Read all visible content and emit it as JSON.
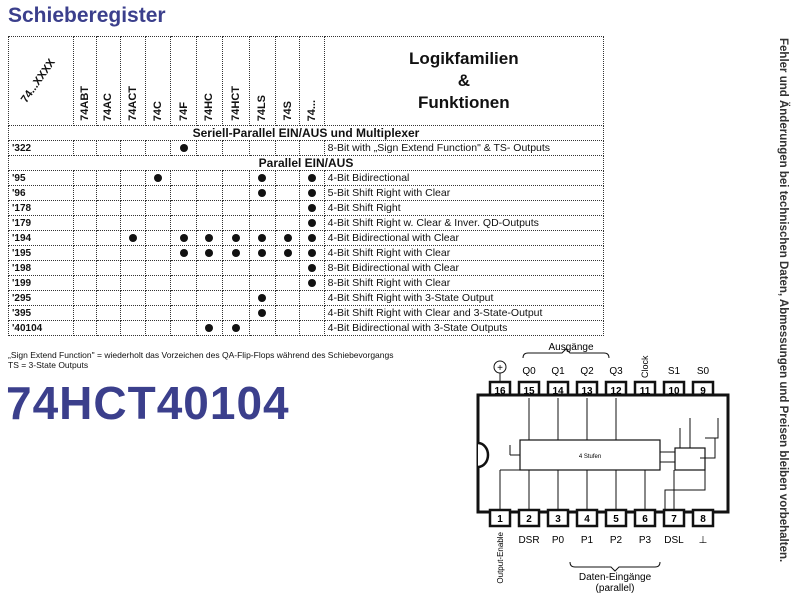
{
  "page": {
    "title": "Schieberegister",
    "side_note": "Fehler und Änderungen bei technischen Daten, Abmessungen und Preisen bleiben vorbehalten.",
    "part_number": "74HCT40104",
    "footnotes": [
      "„Sign Extend Function\" = wiederholt das Vorzeichen des QA-Flip-Flops während des Schiebevorgangs",
      "TS = 3-State Outputs"
    ]
  },
  "table": {
    "type_header": "74...XXXX",
    "families": [
      "74ABT",
      "74AC",
      "74ACT",
      "74C",
      "74F",
      "74HC",
      "74HCT",
      "74LS",
      "74S",
      "74..."
    ],
    "function_header": [
      "Logikfamilien",
      "&",
      "Funktionen"
    ],
    "sections": [
      {
        "title": "Seriell-Parallel EIN/AUS und Multiplexer",
        "rows": [
          {
            "type": "'322",
            "dots": [
              4
            ],
            "desc": "8-Bit with „Sign Extend Function\" & TS- Outputs"
          }
        ]
      },
      {
        "title": "Parallel EIN/AUS",
        "rows": [
          {
            "type": "'95",
            "dots": [
              3,
              7,
              9
            ],
            "desc": "4-Bit Bidirectional"
          },
          {
            "type": "'96",
            "dots": [
              7,
              9
            ],
            "desc": "5-Bit Shift Right with Clear"
          },
          {
            "type": "'178",
            "dots": [
              9
            ],
            "desc": "4-Bit Shift Right"
          },
          {
            "type": "'179",
            "dots": [
              9
            ],
            "desc": "4-Bit Shift Right w. Clear & Inver. QD-Outputs"
          },
          {
            "type": "'194",
            "dots": [
              2,
              4,
              5,
              6,
              7,
              8,
              9
            ],
            "desc": "4-Bit Bidirectional with Clear"
          },
          {
            "type": "'195",
            "dots": [
              4,
              5,
              6,
              7,
              8,
              9
            ],
            "desc": "4-Bit Shift Right with Clear"
          },
          {
            "type": "'198",
            "dots": [
              9
            ],
            "desc": "8-Bit Bidirectional with Clear"
          },
          {
            "type": "'199",
            "dots": [
              9
            ],
            "desc": "8-Bit Shift Right with Clear"
          },
          {
            "type": "'295",
            "dots": [
              7
            ],
            "desc": "4-Bit Shift Right with 3-State Output"
          },
          {
            "type": "'395",
            "dots": [
              7
            ],
            "desc": "4-Bit Shift Right with Clear and 3-State-Output"
          },
          {
            "type": "'40104",
            "dots": [
              5,
              6
            ],
            "desc": "4-Bit Bidirectional with 3-State Outputs"
          }
        ]
      }
    ]
  },
  "diagram": {
    "group_top": "Ausgänge",
    "group_bottom": [
      "Daten-Eingänge",
      "(parallel)"
    ],
    "core_label": "4 Stufen",
    "power_symbol": "+",
    "ground_symbol": "⊥",
    "top_pins": [
      {
        "num": "16",
        "label": "+"
      },
      {
        "num": "15",
        "label": "Q0"
      },
      {
        "num": "14",
        "label": "Q1"
      },
      {
        "num": "13",
        "label": "Q2"
      },
      {
        "num": "12",
        "label": "Q3"
      },
      {
        "num": "11",
        "label": "Clock"
      },
      {
        "num": "10",
        "label": "S1"
      },
      {
        "num": "9",
        "label": "S0"
      }
    ],
    "bottom_pins": [
      {
        "num": "1",
        "label": "Output-Enable"
      },
      {
        "num": "2",
        "label": "DSR"
      },
      {
        "num": "3",
        "label": "P0"
      },
      {
        "num": "4",
        "label": "P1"
      },
      {
        "num": "5",
        "label": "P2"
      },
      {
        "num": "6",
        "label": "P3"
      },
      {
        "num": "7",
        "label": "DSL"
      },
      {
        "num": "8",
        "label": "⊥"
      }
    ]
  }
}
